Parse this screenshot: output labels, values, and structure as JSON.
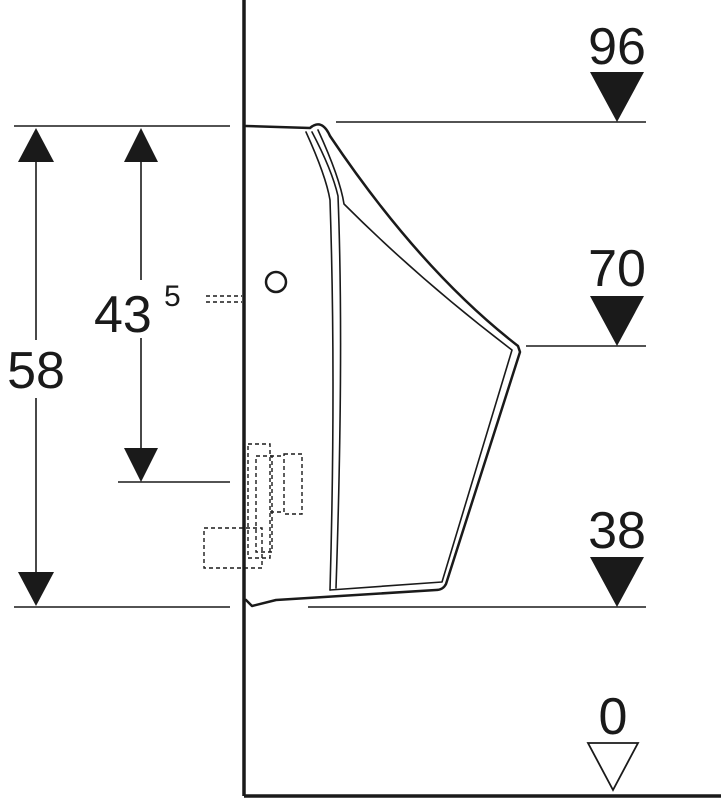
{
  "dimensions": {
    "overall_height": "58",
    "outlet_height_main": "43",
    "outlet_height_sup": "5"
  },
  "levels": [
    {
      "label": "96",
      "marker": "filled-down-triangle"
    },
    {
      "label": "70",
      "marker": "filled-down-triangle"
    },
    {
      "label": "38",
      "marker": "filled-down-triangle"
    },
    {
      "label": "0",
      "marker": "open-down-triangle"
    }
  ],
  "colors": {
    "line": "#1a1a1a",
    "background": "#ffffff"
  }
}
